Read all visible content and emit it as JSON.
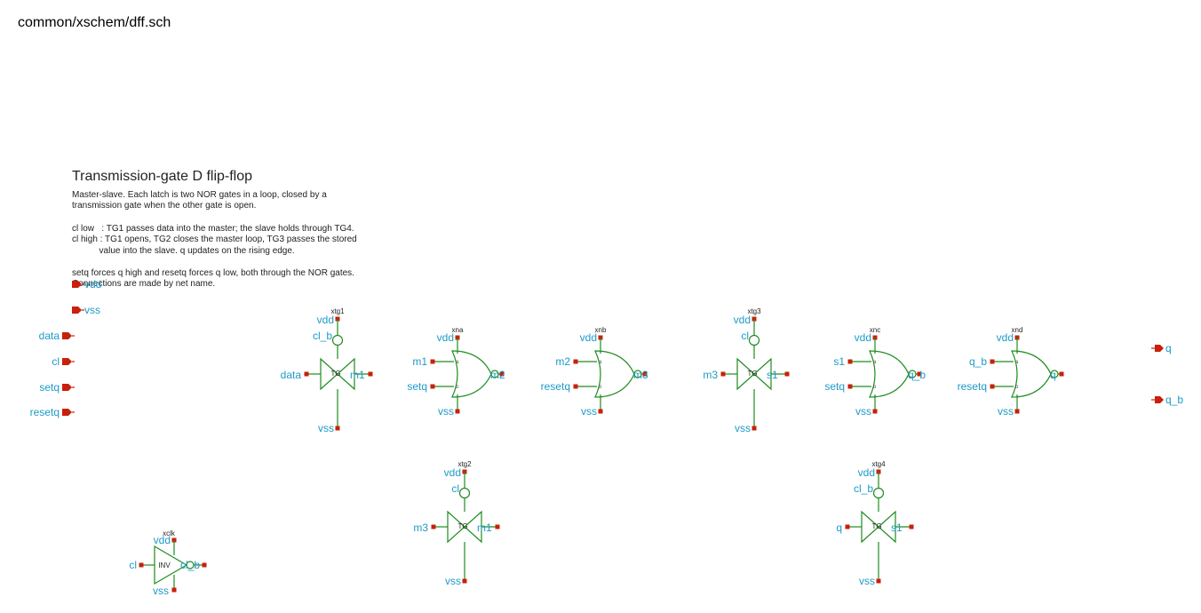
{
  "page_title": "common/xschem/dff.sch",
  "notes": {
    "title": "Transmission-gate D flip-flop",
    "lines": [
      "Master-slave. Each latch is two NOR gates in a loop, closed by a",
      "transmission gate when the other gate is open.",
      "",
      "cl low   : TG1 passes data into the master; the slave holds through TG4.",
      "cl high : TG1 opens, TG2 closes the master loop, TG3 passes the stored",
      "           value into the slave. q updates on the rising edge.",
      "",
      "setq forces q high and resetq forces q low, both through the NOR gates.",
      "Connections are made by net name."
    ]
  },
  "ports_in": [
    "vdd",
    "vss",
    "data",
    "cl",
    "setq",
    "resetq"
  ],
  "ports_out": [
    "q",
    "q_b"
  ],
  "tgates": [
    {
      "inst": "xtg1",
      "sym": "TG",
      "top": "vdd",
      "ctrl": "cl_b",
      "in": "data",
      "out": "m1",
      "bot": "vss"
    },
    {
      "inst": "xtg2",
      "sym": "TG",
      "top": "vdd",
      "ctrl": "cl",
      "in": "m3",
      "out": "m1",
      "bot": "vss"
    },
    {
      "inst": "xtg3",
      "sym": "TG",
      "top": "vdd",
      "ctrl": "cl",
      "in": "m3",
      "out": "s1",
      "bot": "vss"
    },
    {
      "inst": "xtg4",
      "sym": "TG",
      "top": "vdd",
      "ctrl": "cl_b",
      "in": "q",
      "out": "s1",
      "bot": "vss"
    }
  ],
  "nors": [
    {
      "inst": "xna",
      "top": "vdd",
      "a": "m1",
      "b": "setq",
      "out": "m2",
      "bot": "vss"
    },
    {
      "inst": "xnb",
      "top": "vdd",
      "a": "m2",
      "b": "resetq",
      "out": "m3",
      "bot": "vss"
    },
    {
      "inst": "xnc",
      "top": "vdd",
      "a": "s1",
      "b": "setq",
      "out": "q_b",
      "bot": "vss"
    },
    {
      "inst": "xnd",
      "top": "vdd",
      "a": "q_b",
      "b": "resetq",
      "out": "q",
      "bot": "vss"
    }
  ],
  "inverter": {
    "inst": "xclk",
    "sym": "INV",
    "top": "vdd",
    "in": "cl",
    "out": "cl_b",
    "bot": "vss"
  },
  "pin_letters": {
    "a": "a",
    "b": "b"
  }
}
